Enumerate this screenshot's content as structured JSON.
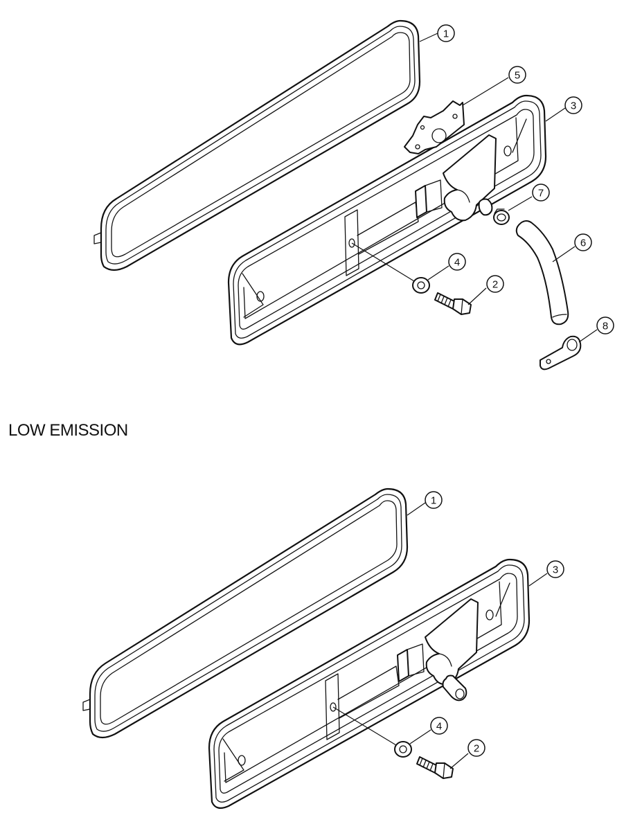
{
  "section_label": "LOW EMISSION",
  "callouts_standard": [
    {
      "id": "gasket",
      "num": "1"
    },
    {
      "id": "bolt",
      "num": "2"
    },
    {
      "id": "valve-cover",
      "num": "3"
    },
    {
      "id": "washer",
      "num": "4"
    },
    {
      "id": "baffle-plate",
      "num": "5"
    },
    {
      "id": "breather-hose",
      "num": "6"
    },
    {
      "id": "hose-clamp",
      "num": "7"
    },
    {
      "id": "hose-bracket",
      "num": "8"
    }
  ],
  "callouts_low_emission": [
    {
      "id": "gasket",
      "num": "1"
    },
    {
      "id": "valve-cover",
      "num": "3"
    },
    {
      "id": "washer",
      "num": "4"
    },
    {
      "id": "bolt",
      "num": "2"
    }
  ]
}
